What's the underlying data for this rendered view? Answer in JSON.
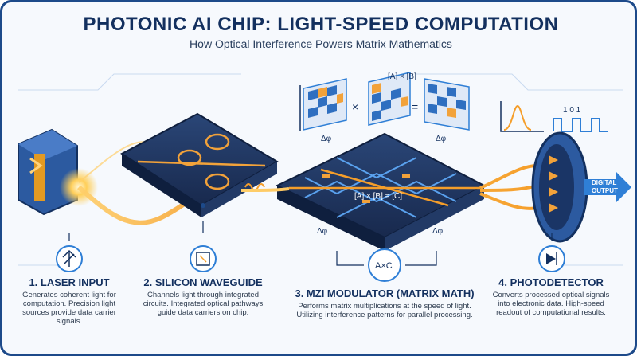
{
  "header": {
    "title": "PHOTONIC AI CHIP: LIGHT-SPEED COMPUTATION",
    "subtitle": "How Optical Interference Powers Matrix Mathematics"
  },
  "equation": {
    "lhs": "[A] × [B]",
    "times": "×",
    "equals": "=",
    "chip_formula": "[A] × [B] = [C]",
    "phase": "Δφ",
    "icon_text": "A×C"
  },
  "signal": {
    "bits": "1 0 1"
  },
  "output": {
    "label_line1": "DIGITAL",
    "label_line2": "OUTPUT"
  },
  "stages": [
    {
      "title": "1. LASER INPUT",
      "desc": "Generates coherent light for computation. Precision light sources provide data carrier signals."
    },
    {
      "title": "2. SILICON WAVEGUIDE",
      "desc": "Channels light through integrated circuits. Integrated optical pathways guide data carriers on chip."
    },
    {
      "title": "3. MZI MODULATOR (MATRIX MATH)",
      "desc": "Performs matrix multiplications at the speed of light. Utilizing interference patterns for parallel processing."
    },
    {
      "title": "4. PHOTODETECTOR",
      "desc": "Converts processed optical signals into electronic data. High-speed readout of computational results."
    }
  ],
  "colors": {
    "navy": "#13305f",
    "light_beam": "#f5a623",
    "chip": "#1e2f52",
    "accent_blue": "#2f7fd6"
  },
  "icons": [
    "arrows-icon",
    "chip-icon",
    "multiply-icon",
    "photodetector-icon"
  ]
}
